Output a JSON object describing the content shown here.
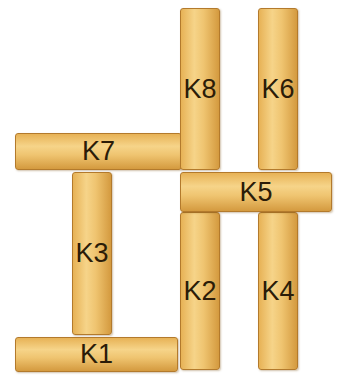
{
  "diagram": {
    "nodes": [
      {
        "text": [
          "K8"
        ]
      },
      {
        "text": [
          "K6"
        ]
      },
      {
        "text": [
          "K7"
        ]
      },
      {
        "text": [
          "K5"
        ]
      },
      {
        "text": [
          "K3"
        ]
      },
      {
        "text": [
          "K2"
        ]
      },
      {
        "text": [
          "K4"
        ]
      },
      {
        "text": [
          "K1"
        ]
      }
    ]
  }
}
